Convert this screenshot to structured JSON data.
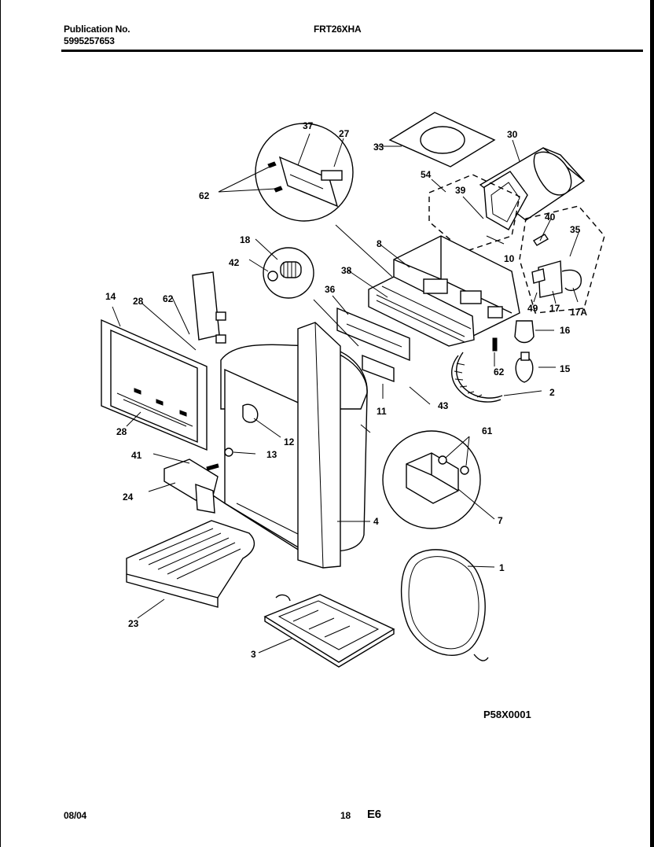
{
  "header": {
    "publication_label": "Publication No.",
    "publication_number": "5995257653",
    "model": "FRT26XHA"
  },
  "footer": {
    "date": "08/04",
    "page": "18",
    "section": "E6"
  },
  "figure_code": "P58X0001",
  "callouts": {
    "c1": "1",
    "c2": "2",
    "c3": "3",
    "c4": "4",
    "c7": "7",
    "c8": "8",
    "c10": "10",
    "c11": "11",
    "c12": "12",
    "c13": "13",
    "c14": "14",
    "c15": "15",
    "c16": "16",
    "c17": "17",
    "c17a": "17A",
    "c18": "18",
    "c23": "23",
    "c24": "24",
    "c27": "27",
    "c28a": "28",
    "c28b": "28",
    "c30": "30",
    "c33": "33",
    "c35": "35",
    "c36": "36",
    "c37": "37",
    "c38": "38",
    "c39": "39",
    "c40": "40",
    "c41": "41",
    "c42": "42",
    "c43": "43",
    "c49": "49",
    "c54": "54",
    "c61": "61",
    "c62a": "62",
    "c62b": "62",
    "c62c": "62"
  }
}
